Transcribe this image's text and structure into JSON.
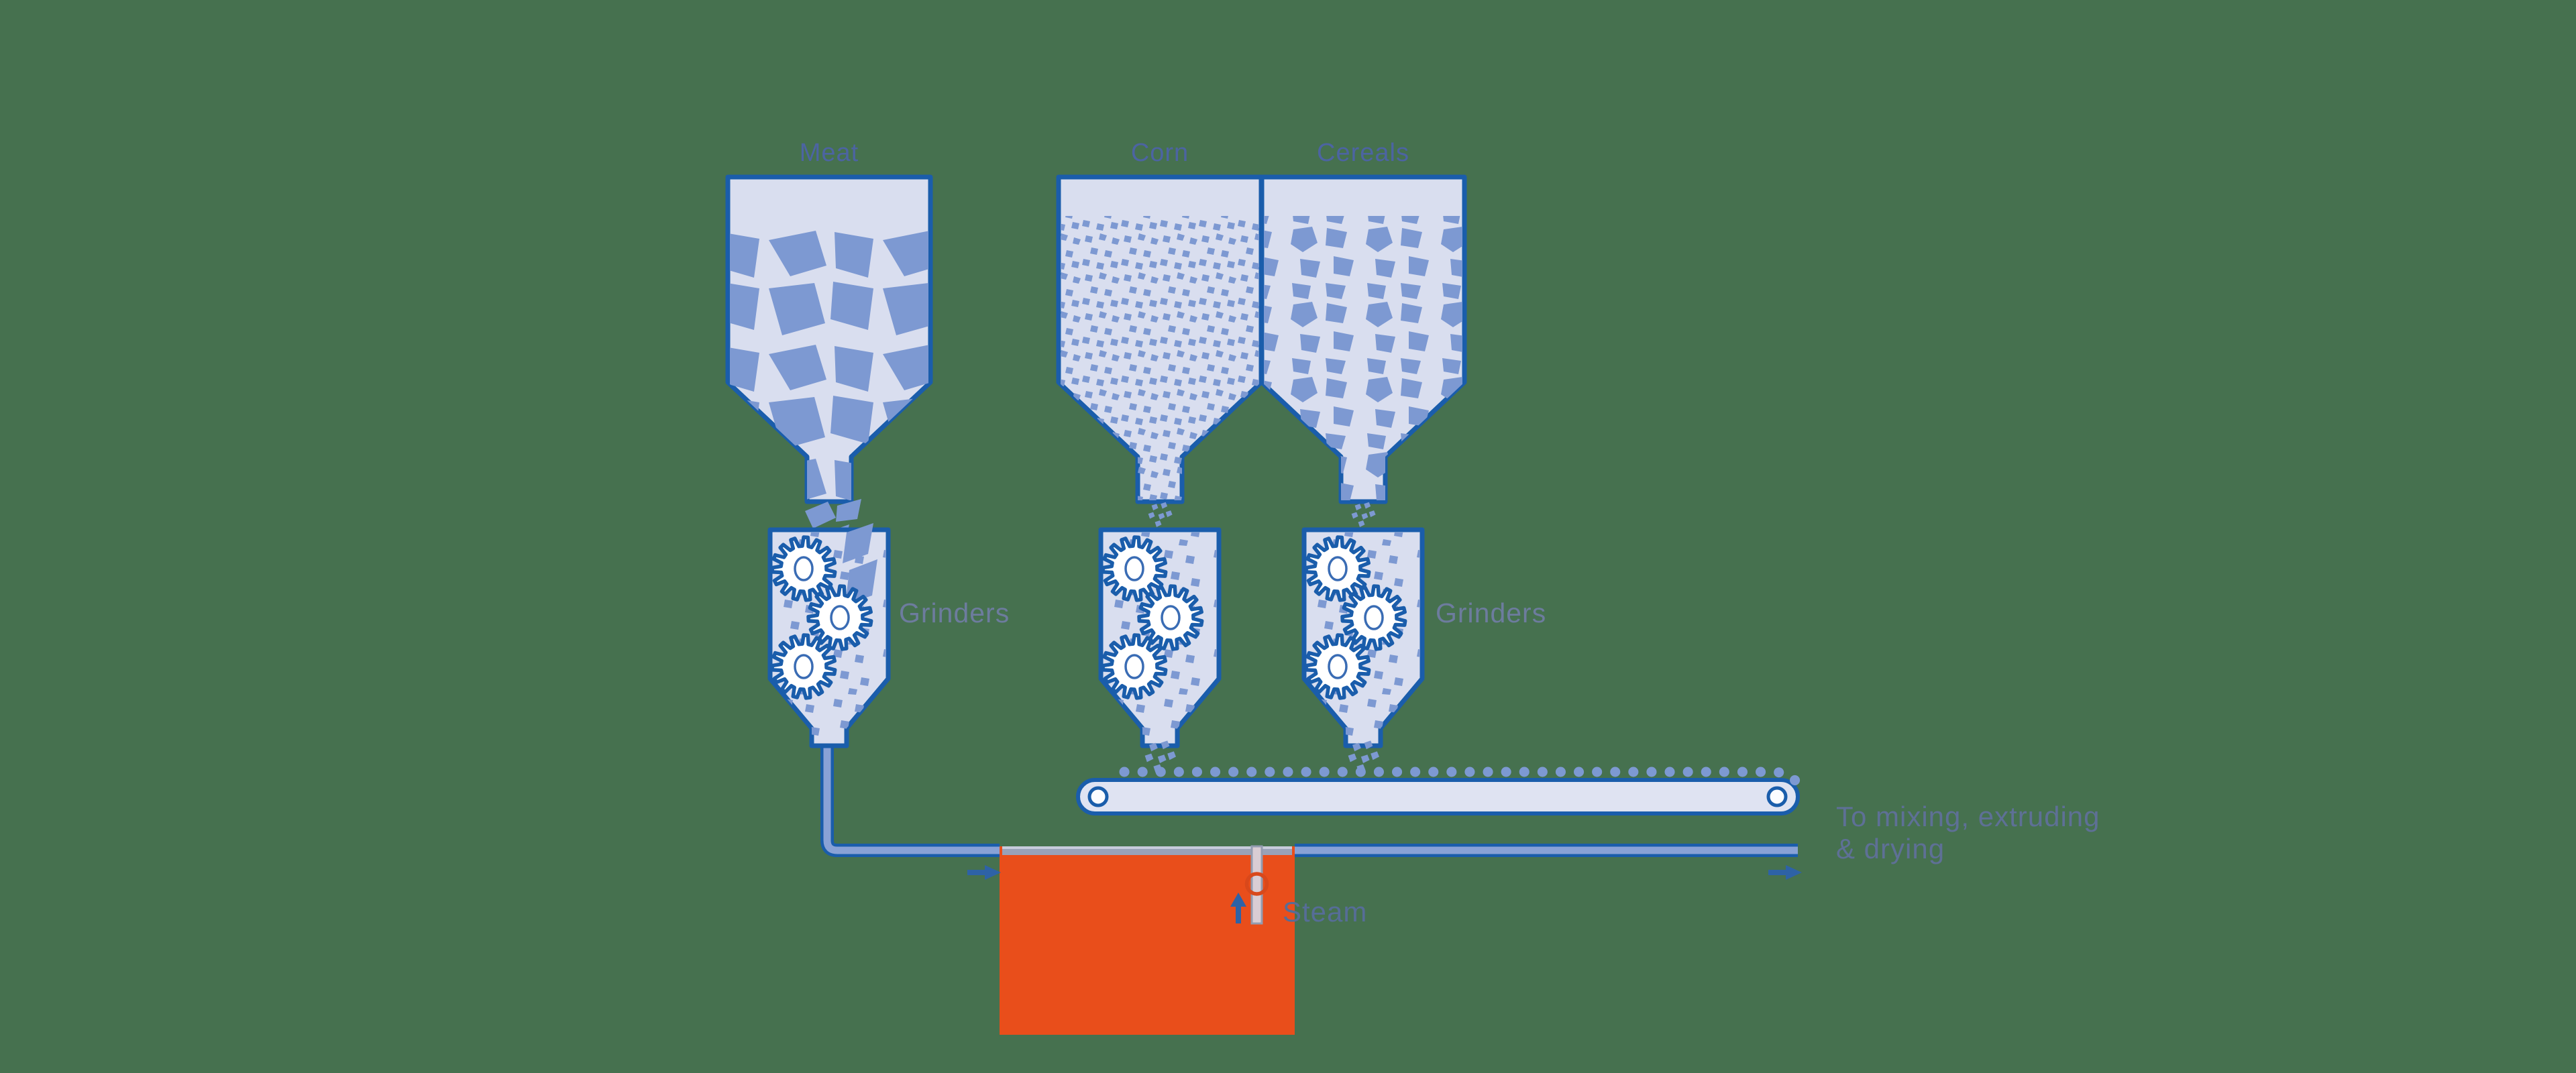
{
  "diagram": {
    "hoppers": [
      {
        "label": "Meat"
      },
      {
        "label": "Corn"
      },
      {
        "label": "Cereals"
      }
    ],
    "grinder_labels": {
      "left": "Grinders",
      "right": "Grinders"
    },
    "cooker": {
      "steam_label": "Steam"
    },
    "destination": {
      "line1": "To mixing, extruding",
      "line2": "& drying"
    },
    "colors": {
      "background_green": "#46714f",
      "outline_blue": "#1a5dab",
      "light_fill": "#d9deef",
      "particle_blue": "#7d99d2",
      "pipe_core_blue": "#89a2d6",
      "cooker_orange": "#e94e1b",
      "gray_bar": "#99a2b8",
      "steam_pipe": "#d9cdd4",
      "valve_orange": "#d9481b",
      "hopper_label_blue": "#4c64a2",
      "process_label_blue": "#6d7c9e"
    }
  }
}
